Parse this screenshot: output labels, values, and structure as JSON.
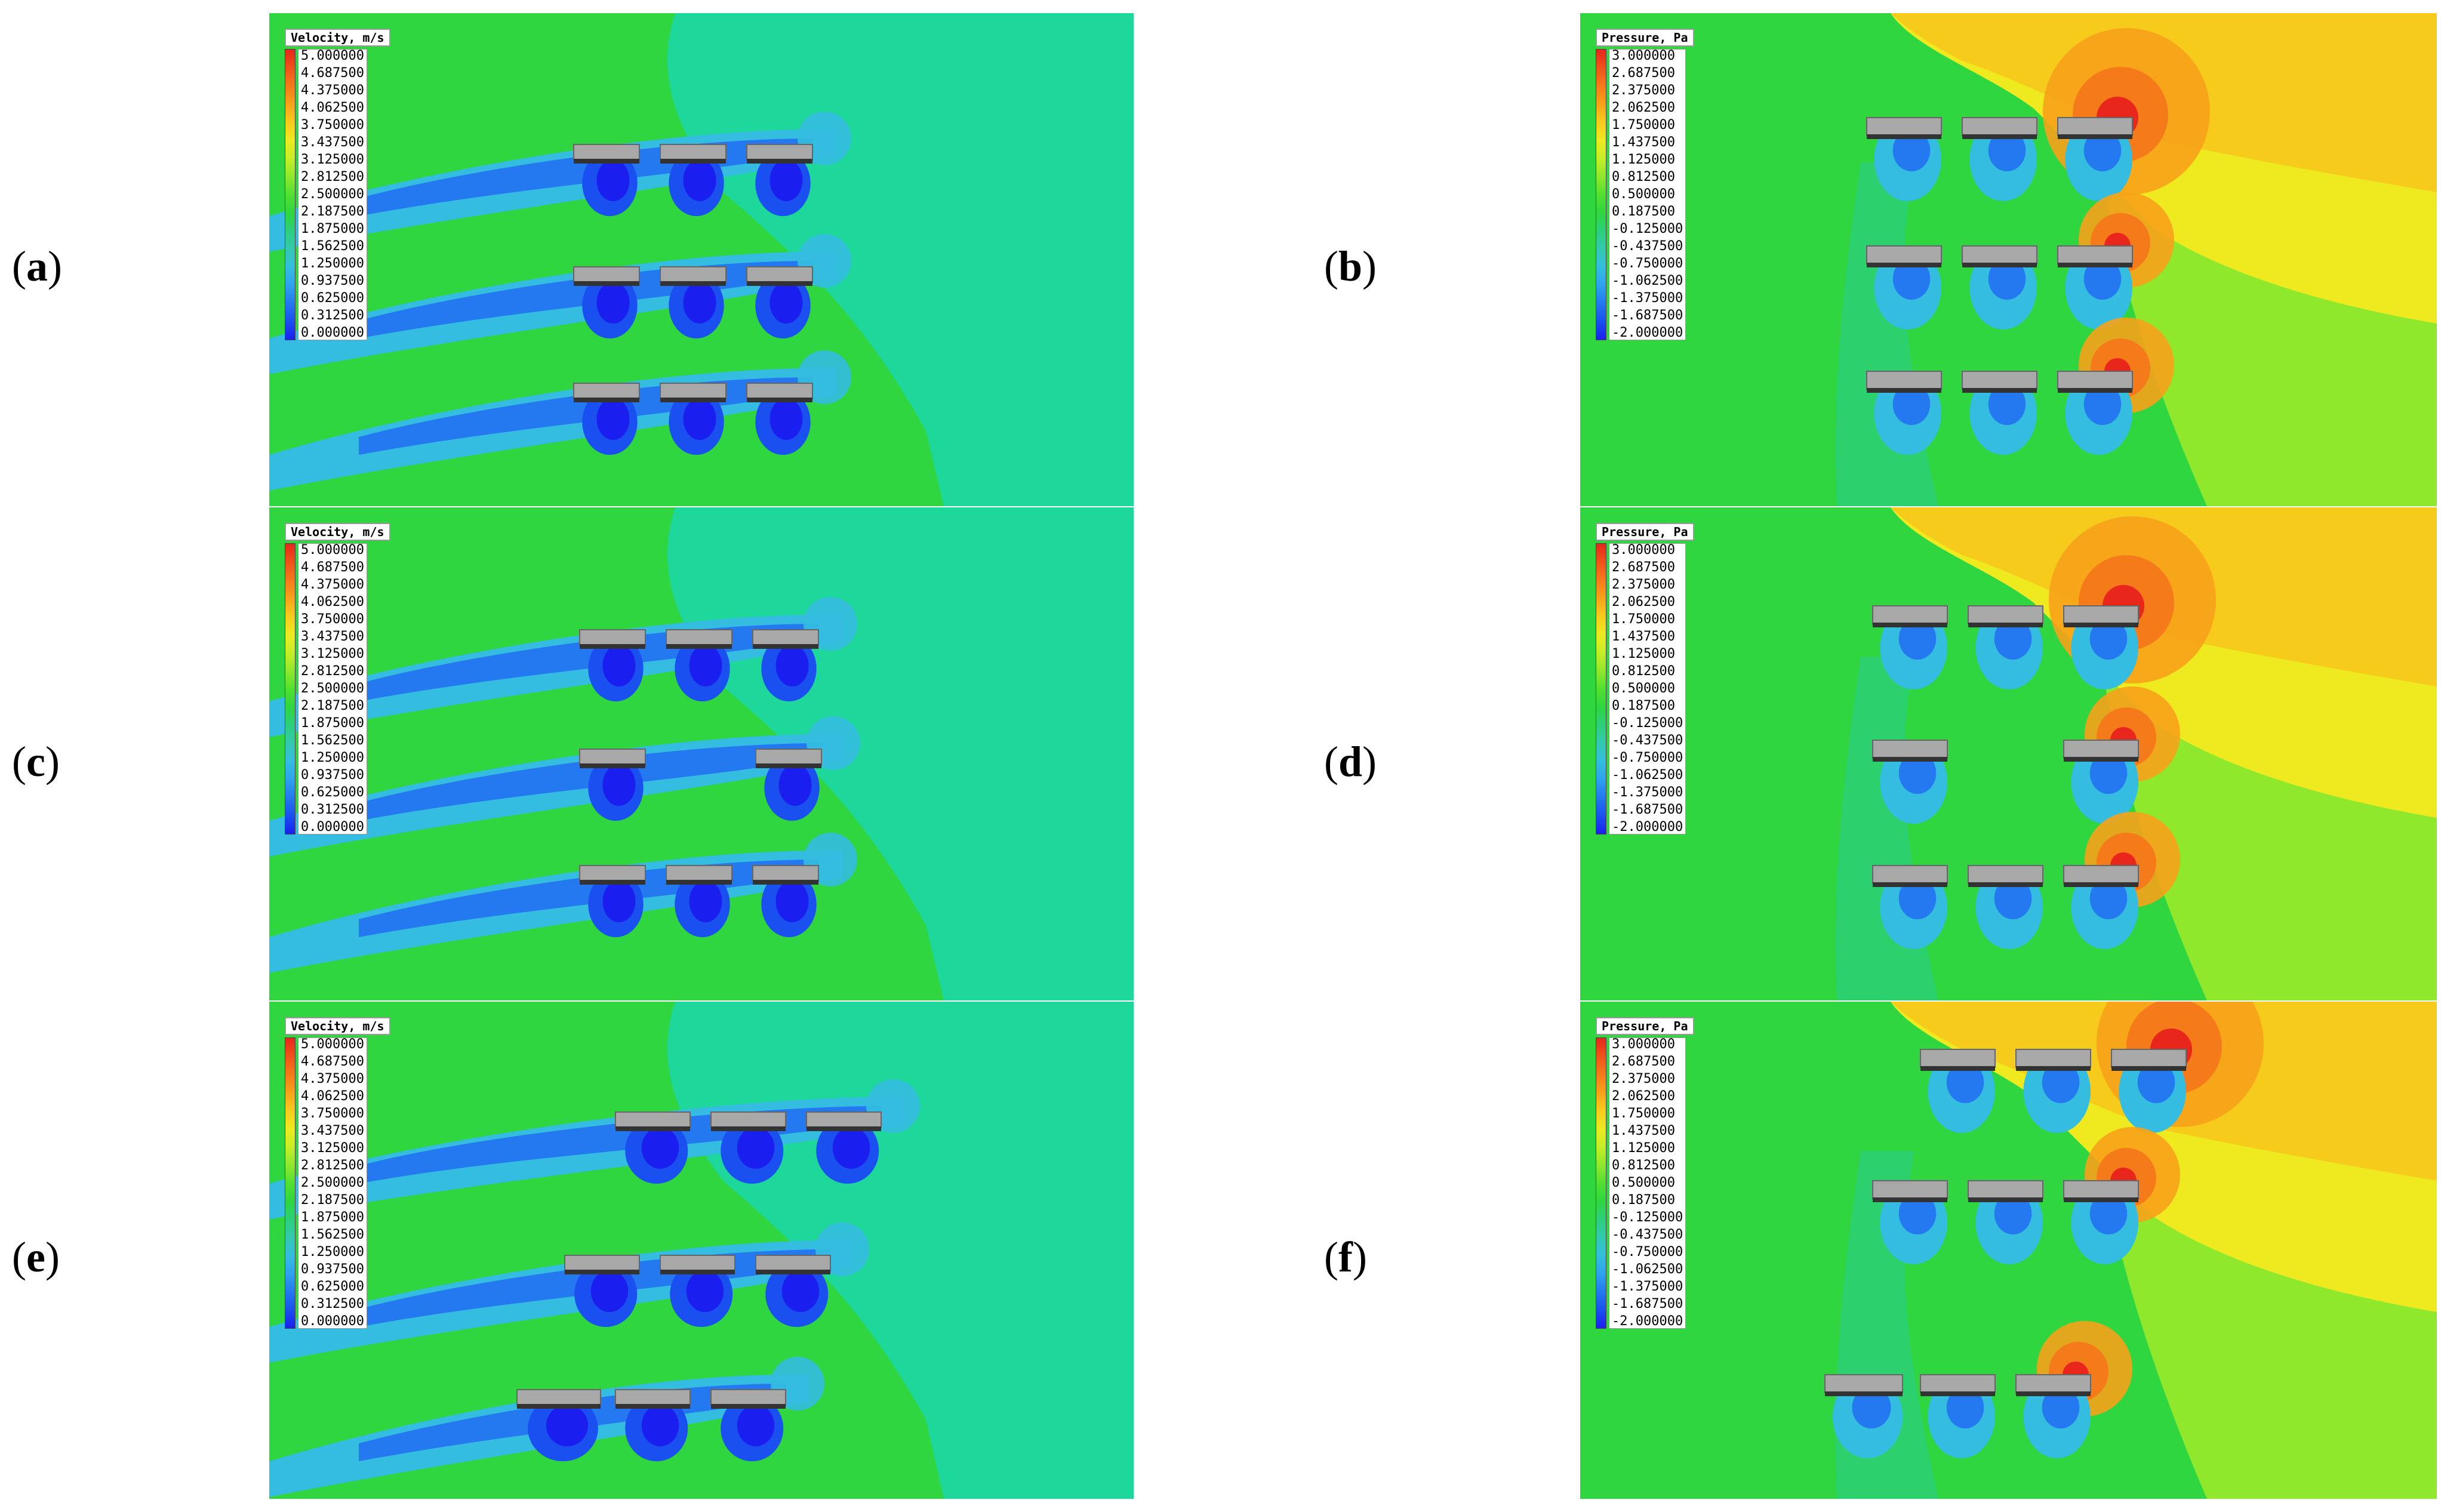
{
  "velocity_legend": {
    "title": "Velocity, m/s",
    "values": [
      "5.000000",
      "4.687500",
      "4.375000",
      "4.062500",
      "3.750000",
      "3.437500",
      "3.125000",
      "2.812500",
      "2.500000",
      "2.187500",
      "1.875000",
      "1.562500",
      "1.250000",
      "0.937500",
      "0.625000",
      "0.312500",
      "0.000000"
    ]
  },
  "pressure_legend": {
    "title": "Pressure, Pa",
    "values": [
      "3.000000",
      "2.687500",
      "2.375000",
      "2.062500",
      "1.750000",
      "1.437500",
      "1.125000",
      "0.812500",
      "0.500000",
      "0.187500",
      "-0.125000",
      "-0.437500",
      "-0.750000",
      "-1.062500",
      "-1.375000",
      "-1.687500",
      "-2.000000"
    ]
  },
  "colors": {
    "velocity_scale": [
      "#e8261c",
      "#f0521a",
      "#f57a1a",
      "#f7a21a",
      "#f7cb1c",
      "#eeea1f",
      "#c6ee26",
      "#8fe82c",
      "#52e030",
      "#2fd63f",
      "#2ccf7a",
      "#33c9b0",
      "#34bde0",
      "#2ea2ee",
      "#2478f0",
      "#1a4ff0",
      "#1a1ff0"
    ],
    "pressure_scale": [
      "#e8261c",
      "#f0521a",
      "#f57a1a",
      "#f7a21a",
      "#f7cb1c",
      "#eeea1f",
      "#c6ee26",
      "#8fe82c",
      "#52e030",
      "#2fd63f",
      "#2ccf7a",
      "#33c9b0",
      "#34bde0",
      "#2ea2ee",
      "#2478f0",
      "#1a4ff0",
      "#1a1ff0"
    ],
    "velocity_background": "#1ed79a",
    "pressure_background": "#2fd63f"
  },
  "panels": [
    {
      "id": "a",
      "label": "a",
      "kind": "velocity"
    },
    {
      "id": "b",
      "label": "b",
      "kind": "pressure"
    },
    {
      "id": "c",
      "label": "c",
      "kind": "velocity"
    },
    {
      "id": "d",
      "label": "d",
      "kind": "pressure"
    },
    {
      "id": "e",
      "label": "e",
      "kind": "velocity"
    },
    {
      "id": "f",
      "label": "f",
      "kind": "pressure"
    }
  ]
}
